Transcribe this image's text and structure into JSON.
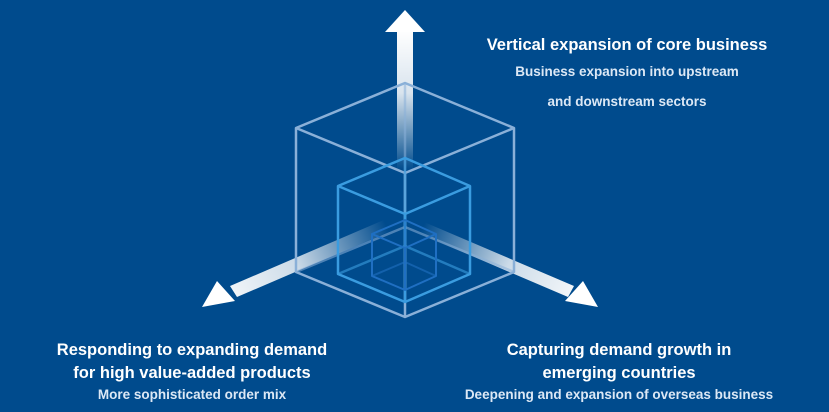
{
  "colors": {
    "background": "#004b8d",
    "outer_cube": "#8ab0d8",
    "middle_cube": "#3a9ce0",
    "inner_cube": "#1f6fc2",
    "arrow": "#ffffff"
  },
  "axes": {
    "vertical": {
      "title": "Vertical expansion of core business",
      "subtitle_lines": [
        "Business expansion into upstream",
        "and downstream sectors"
      ]
    },
    "left": {
      "title_lines": [
        "Responding to expanding demand",
        "for high value-added products"
      ],
      "subtitle": "More sophisticated order mix"
    },
    "right": {
      "title_lines": [
        "Capturing demand growth in",
        "emerging countries"
      ],
      "subtitle": "Deepening and expansion of overseas business"
    }
  }
}
